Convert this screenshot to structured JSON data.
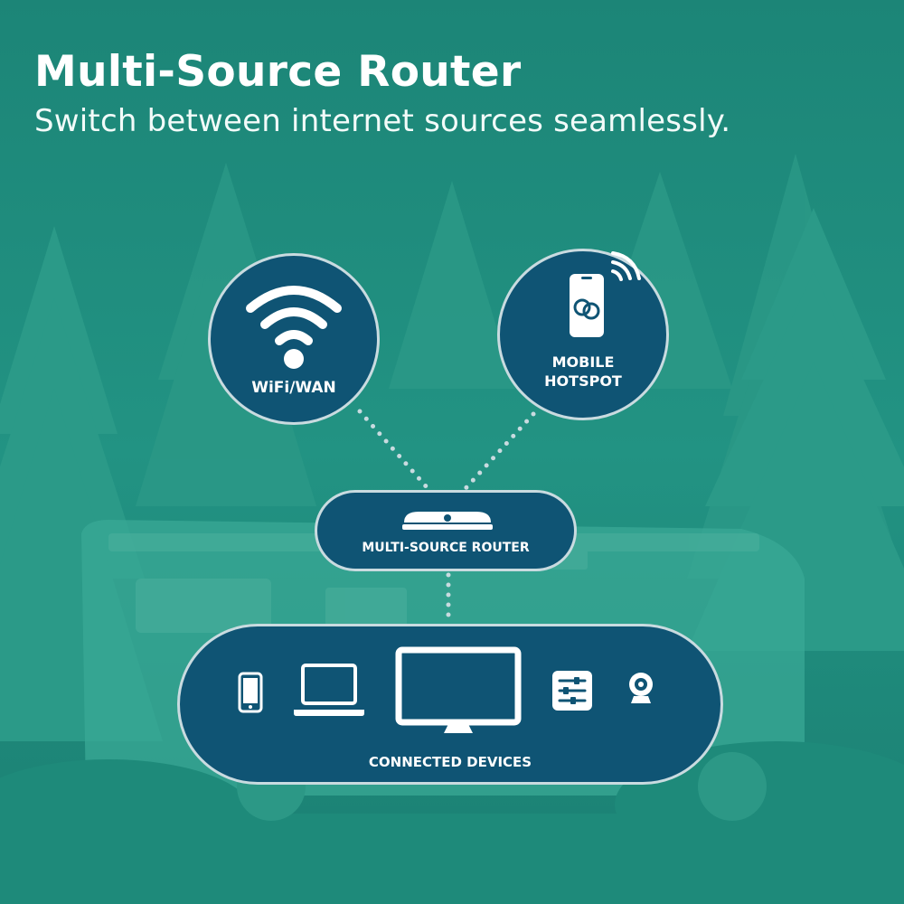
{
  "title": "Multi-Source Router",
  "subtitle": "Switch between internet sources seamlessly.",
  "nodes": {
    "wifi": {
      "label": "WiFi/WAN",
      "icon": "wifi-icon"
    },
    "hotspot": {
      "label_line1": "MOBILE",
      "label_line2": "HOTSPOT",
      "icon": "phone-hotspot-icon"
    },
    "router": {
      "label": "MULTI-SOURCE ROUTER",
      "icon": "router-icon"
    },
    "devices": {
      "label": "CONNECTED DEVICES",
      "icons": [
        "phone-icon",
        "laptop-icon",
        "monitor-icon",
        "control-panel-icon",
        "webcam-icon"
      ]
    }
  },
  "colors": {
    "background": "#1f8a7c",
    "node_fill": "#0f5474",
    "node_border": "#c9dbe0",
    "connector": "#c9dbe0",
    "text": "#ffffff"
  }
}
